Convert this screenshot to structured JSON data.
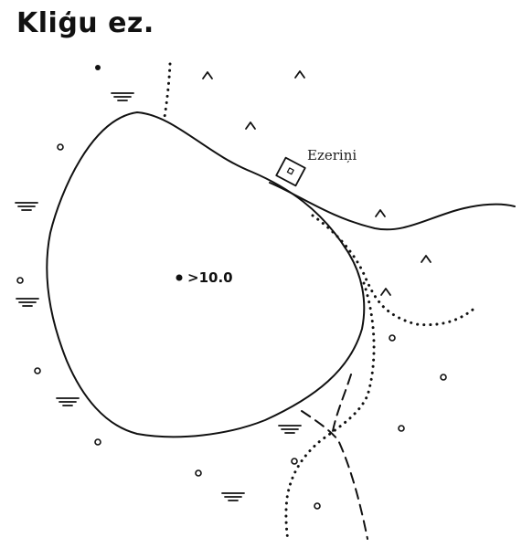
{
  "map": {
    "title": "Kliģu  ez.",
    "place_label": "Ezeriņi",
    "depth_label": ">10.0",
    "colors": {
      "ink": "#111111",
      "background": "#ffffff"
    },
    "symbols": {
      "marsh": "marsh-symbol",
      "meadow": "meadow-caret-symbol",
      "bush": "bush-circle-symbol",
      "deep_point": "depth-point-symbol"
    }
  }
}
